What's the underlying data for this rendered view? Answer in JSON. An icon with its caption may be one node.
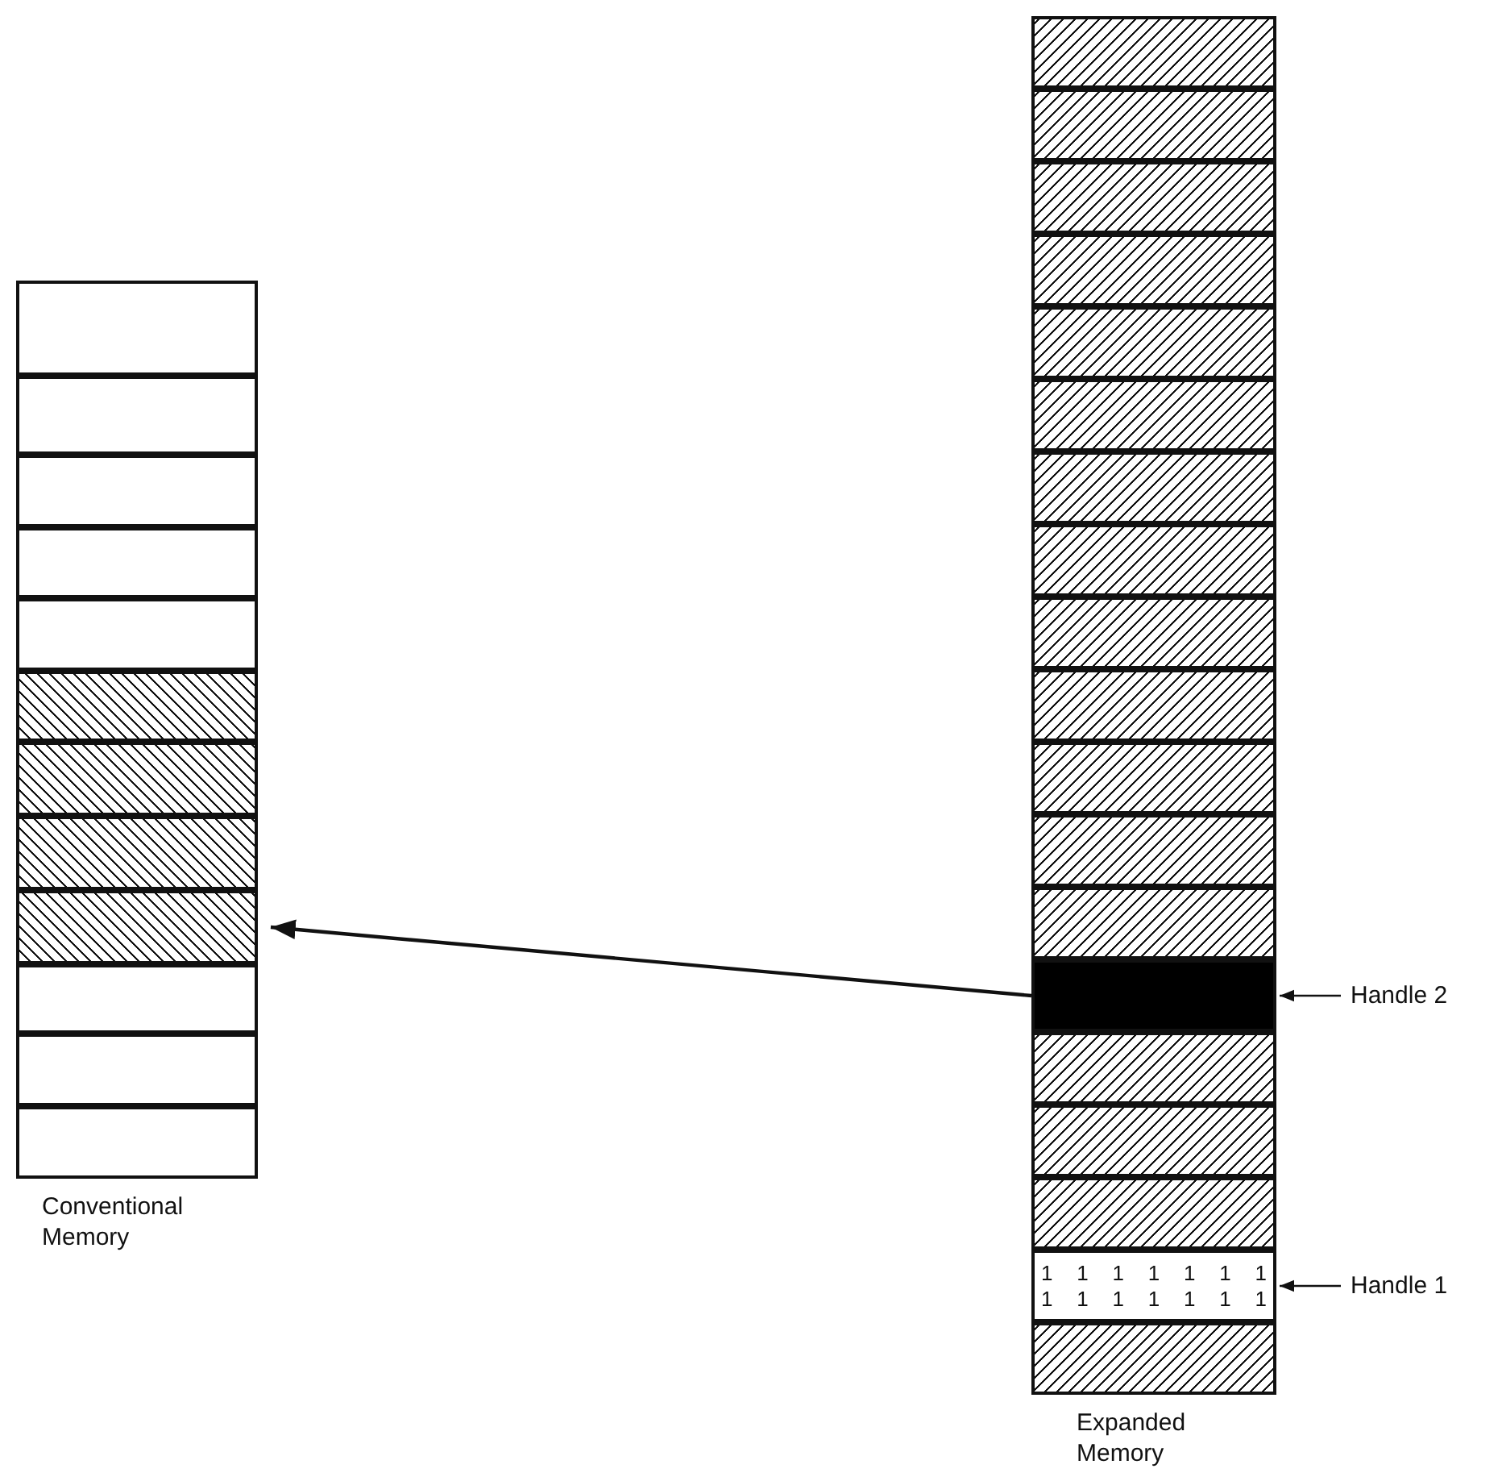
{
  "diagram": {
    "nodes": [
      {
        "text": [
          "Conventional Memory"
        ]
      },
      {
        "text": [],
        "shape": "box",
        "in": 0
      },
      {
        "text": [],
        "shape": "box",
        "in": 0
      },
      {
        "text": [],
        "shape": "box",
        "in": 0
      },
      {
        "text": [],
        "shape": "box",
        "in": 0
      },
      {
        "text": [],
        "shape": "box",
        "in": 0
      },
      {
        "text": [],
        "shape": "box",
        "in": 0
      },
      {
        "text": [],
        "shape": "box",
        "in": 0
      },
      {
        "text": [],
        "shape": "box",
        "in": 0
      },
      {
        "text": [],
        "shape": "box",
        "in": 0
      },
      {
        "text": [],
        "shape": "box",
        "in": 0
      },
      {
        "text": [],
        "shape": "box",
        "in": 0
      },
      {
        "text": [],
        "shape": "box",
        "in": 0
      },
      {
        "text": [
          "Expanded Memory"
        ]
      },
      {
        "text": [],
        "shape": "box",
        "in": 13
      },
      {
        "text": [],
        "shape": "box",
        "in": 13
      },
      {
        "text": [],
        "shape": "box",
        "in": 13
      },
      {
        "text": [],
        "shape": "box",
        "in": 13
      },
      {
        "text": [],
        "shape": "box",
        "in": 13
      },
      {
        "text": [],
        "shape": "box",
        "in": 13
      },
      {
        "text": [],
        "shape": "box",
        "in": 13
      },
      {
        "text": [],
        "shape": "box",
        "in": 13
      },
      {
        "text": [],
        "shape": "box",
        "in": 13
      },
      {
        "text": [],
        "shape": "box",
        "in": 13
      },
      {
        "text": [],
        "shape": "box",
        "in": 13
      },
      {
        "text": [],
        "shape": "box",
        "in": 13
      },
      {
        "text": [],
        "shape": "box",
        "in": 13
      },
      {
        "text": [],
        "shape": "box",
        "in": 13
      },
      {
        "text": [],
        "shape": "box",
        "in": 13
      },
      {
        "text": [],
        "shape": "box",
        "in": 13
      },
      {
        "text": [],
        "shape": "box",
        "in": 13
      },
      {
        "text": [
          "1 1 1 1 1 1 1 1 1 1 1 1 1 1"
        ],
        "in": 13
      },
      {
        "text": [],
        "shape": "box",
        "in": 13
      },
      {
        "text": [
          "Handle 2"
        ]
      },
      {
        "text": [
          "Handle 1"
        ]
      }
    ],
    "edges": [
      {
        "from": 27,
        "to": 9,
        "arrow": "to"
      },
      {
        "from": 33,
        "to": 27,
        "arrow": "to"
      },
      {
        "from": 34,
        "to": 31,
        "arrow": "to"
      }
    ]
  }
}
